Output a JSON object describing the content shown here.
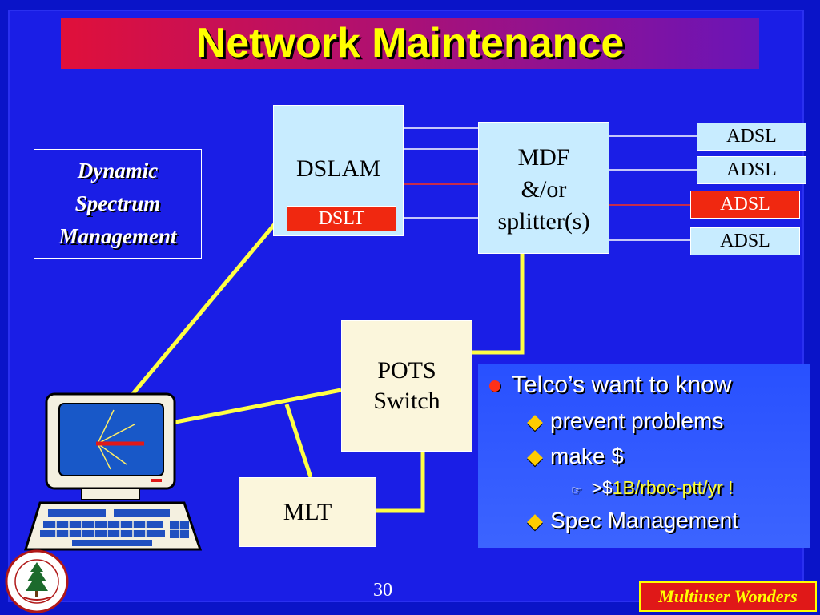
{
  "slide": {
    "title": "Network Maintenance",
    "page_number": "30",
    "footer": "Multiuser Wonders"
  },
  "diagram": {
    "left_label_lines": [
      "Dynamic",
      "Spectrum",
      "Management"
    ],
    "dslam": "DSLAM",
    "dslt": "DSLT",
    "mdf_lines": [
      "MDF",
      "&/or",
      "splitter(s)"
    ],
    "adsl": [
      "ADSL",
      "ADSL",
      "ADSL",
      "ADSL"
    ],
    "pots_lines": [
      "POTS",
      "Switch"
    ],
    "mlt": "MLT"
  },
  "bullets": {
    "main": "Telco’s want to know",
    "sub1": "prevent problems",
    "sub2": "make $",
    "sub3_prefix": ">$",
    "sub3_highlight": "1B/rboc-ptt/yr",
    "sub3_suffix": " !",
    "sub4": "Spec Management"
  },
  "colors": {
    "background": "#1a1ee6",
    "title_text": "#ffff00",
    "highlight_red": "#f02810",
    "box_lightblue": "#c8ecff",
    "link_yellow": "#ffff33"
  },
  "icons": {
    "computer": "computer-terminal-icon",
    "seal": "university-seal-icon"
  }
}
